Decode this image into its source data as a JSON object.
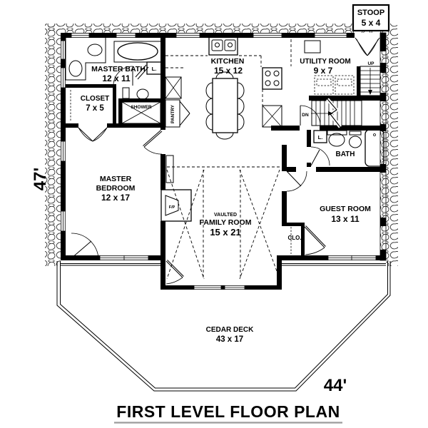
{
  "title": "FIRST LEVEL FLOOR PLAN",
  "dimensions": {
    "height_label": "47'",
    "width_label": "44'"
  },
  "stoop": {
    "name": "STOOP",
    "size": "5 x 4"
  },
  "rooms": {
    "master_bath": {
      "name": "MASTER BATH",
      "size": "12 x 11"
    },
    "closet": {
      "name": "CLOSET",
      "size": "7 x 5"
    },
    "kitchen": {
      "name": "KITCHEN",
      "size": "15 x 12"
    },
    "utility_room": {
      "name": "UTILITY ROOM",
      "size": "9 x 7"
    },
    "bath": {
      "name": "BATH"
    },
    "master_bedroom": {
      "line1": "MASTER",
      "line2": "BEDROOM",
      "size": "12 x 17"
    },
    "family_room": {
      "qualifier": "VAULTED",
      "name": "FAMILY ROOM",
      "size": "15 x 21"
    },
    "guest_room": {
      "name": "GUEST ROOM",
      "size": "13 x 11"
    },
    "guest_closet": {
      "name": "CLO."
    },
    "shower": {
      "name": "SHOWER"
    },
    "pantry": {
      "name": "PANTRY"
    },
    "cedar_deck": {
      "name": "CEDAR DECK",
      "size": "43 x 17"
    }
  },
  "annotations": {
    "stairs_up": "UP",
    "stairs_down": "DN",
    "fireplace": "F/P",
    "lavatory": "L."
  },
  "colors": {
    "line": "#000000",
    "title_underline": "#9c9c9c",
    "background": "#ffffff"
  }
}
